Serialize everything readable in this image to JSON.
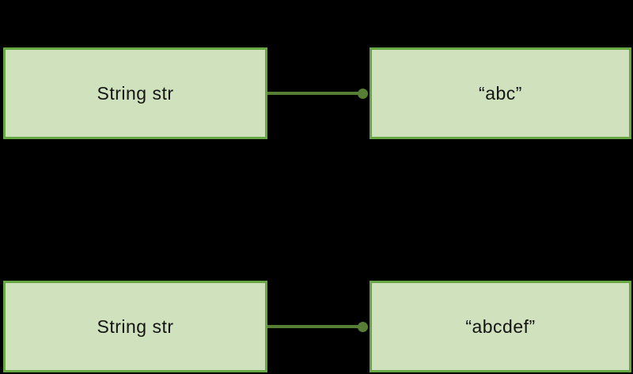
{
  "diagram": {
    "type": "box-and-arrow",
    "background_color": "#000000",
    "colors": {
      "box-fill": "#cfe1bd",
      "box-border": "#67a845",
      "connector": "#567f35",
      "text": "#141414"
    },
    "rows": [
      {
        "variable_label": "String str",
        "value_label": "“abc”"
      },
      {
        "variable_label": "String str",
        "value_label": "“abcdef”"
      }
    ]
  }
}
